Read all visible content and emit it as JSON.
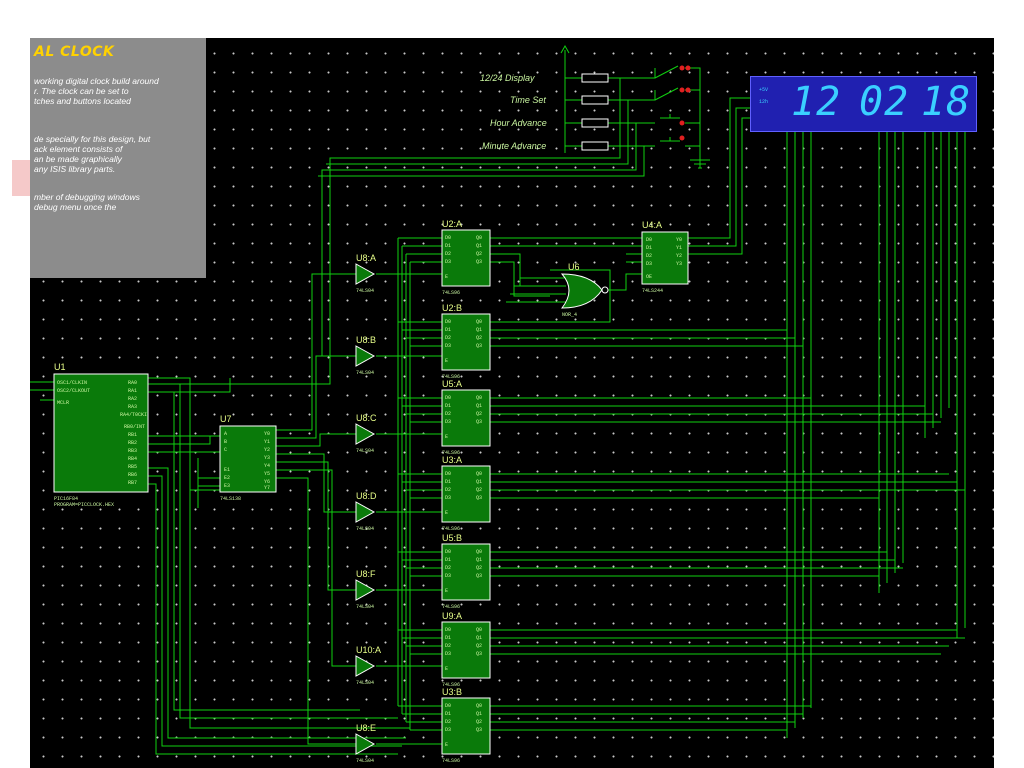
{
  "info_panel": {
    "title": "AL CLOCK",
    "lines": [
      "working digital clock build around",
      "r. The clock can be set to",
      "tches and buttons located",
      "",
      "de specially for this design, but",
      "ack element consists of",
      "an be made graphically",
      "any ISIS library parts.",
      "",
      "mber of debugging windows",
      "debug menu once the"
    ]
  },
  "display": {
    "hours": "12",
    "minutes": "02",
    "seconds": "18",
    "mini1": "+5V",
    "mini2": "12h"
  },
  "switches": {
    "s1": "12/24 Display",
    "s2": "Time Set",
    "s3": "Hour Advance",
    "s4": "Minute Advance"
  },
  "components": {
    "u1": {
      "ref": "U1",
      "part": "PIC16F84",
      "note": "PROGRAM=PICCLOCK.HEX",
      "left_pins": [
        "OSC1/CLKIN",
        "OSC2/CLKOUT",
        "MCLR"
      ],
      "right_pins": [
        "RA0",
        "RA1",
        "RA2",
        "RA3",
        "RA4/T0CKI",
        "RB0/INT",
        "RB1",
        "RB2",
        "RB3",
        "RB4",
        "RB5",
        "RB6",
        "RB7"
      ]
    },
    "u7": {
      "ref": "U7",
      "part": "74LS138"
    },
    "u2a": {
      "ref": "U2:A",
      "part": "74LS96"
    },
    "u2b": {
      "ref": "U2:B",
      "part": "74LS96"
    },
    "u5a": {
      "ref": "U5:A",
      "part": "74LS96"
    },
    "u3a": {
      "ref": "U3:A",
      "part": "74LS96"
    },
    "u5b": {
      "ref": "U5:B",
      "part": "74LS96"
    },
    "u9a": {
      "ref": "U9:A",
      "part": "74LS96"
    },
    "u3b": {
      "ref": "U3:B",
      "part": "74LS96"
    },
    "u4a": {
      "ref": "U4:A",
      "part": "74LS244"
    },
    "u6": {
      "ref": "U6",
      "part": "NOR_4"
    },
    "u8a": {
      "ref": "U8:A",
      "part": "74LS04"
    },
    "u8b": {
      "ref": "U8:B",
      "part": "74LS04"
    },
    "u8c": {
      "ref": "U8:C",
      "part": "74LS04"
    },
    "u8d": {
      "ref": "U8:D",
      "part": "74LS04"
    },
    "u8f": {
      "ref": "U8:F",
      "part": "74LS04"
    },
    "u10a": {
      "ref": "U10:A",
      "part": "74LS04"
    },
    "u8e": {
      "ref": "U8:E",
      "part": "74LS04"
    }
  },
  "pin_names": {
    "d0": "D0",
    "d1": "D1",
    "d2": "D2",
    "d3": "D3",
    "q0": "Q0",
    "q1": "Q1",
    "q2": "Q2",
    "q3": "Q3",
    "e": "E",
    "y0": "Y0",
    "y1": "Y1",
    "y2": "Y2",
    "y3": "Y3",
    "a": "A",
    "b": "B",
    "c": "C",
    "e1": "E1",
    "e2": "E2",
    "e3": "E3",
    "y4": "Y4",
    "y5": "Y5",
    "y6": "Y6",
    "y7": "Y7",
    "oe": "OE"
  },
  "colors": {
    "wire": "#10d010",
    "chip": "#0a7a0a",
    "display_bg": "#2020b0",
    "display_digit": "#3ad0ff",
    "title": "#ffd200"
  }
}
